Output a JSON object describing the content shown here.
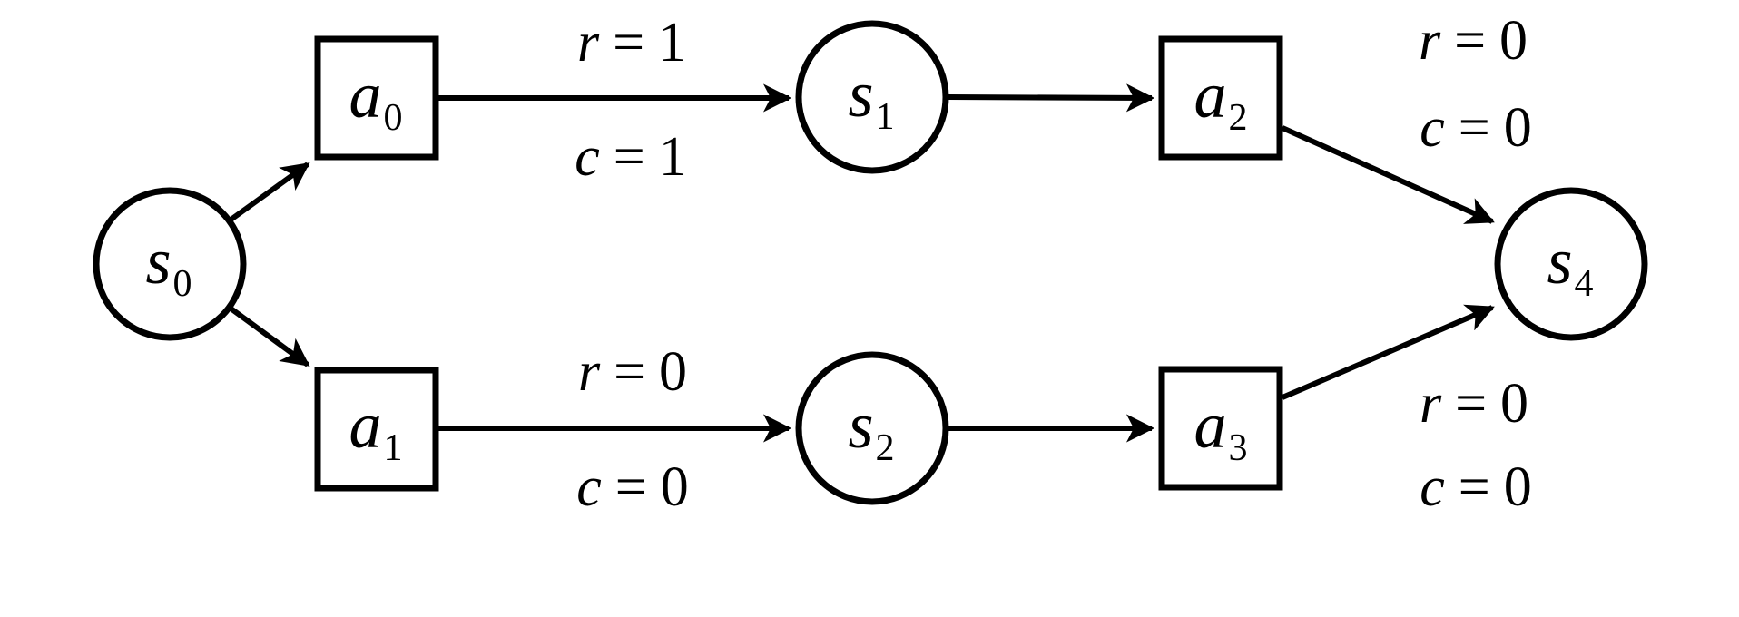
{
  "diagram": {
    "type": "mdp-state-action-graph",
    "colors": {
      "stroke": "#000000",
      "node_fill": "#ffffff",
      "background": "#ffffff",
      "text": "#000000"
    },
    "nodes": {
      "s0": {
        "base": "s",
        "sub": "0",
        "shape": "circle"
      },
      "a0": {
        "base": "a",
        "sub": "0",
        "shape": "square"
      },
      "a1": {
        "base": "a",
        "sub": "1",
        "shape": "square"
      },
      "s1": {
        "base": "s",
        "sub": "1",
        "shape": "circle"
      },
      "s2": {
        "base": "s",
        "sub": "2",
        "shape": "circle"
      },
      "a2": {
        "base": "a",
        "sub": "2",
        "shape": "square"
      },
      "a3": {
        "base": "a",
        "sub": "3",
        "shape": "square"
      },
      "s4": {
        "base": "s",
        "sub": "4",
        "shape": "circle"
      }
    },
    "edges": [
      {
        "from": "s0",
        "to": "a0"
      },
      {
        "from": "s0",
        "to": "a1"
      },
      {
        "from": "a0",
        "to": "s1"
      },
      {
        "from": "s1",
        "to": "a2"
      },
      {
        "from": "a1",
        "to": "s2"
      },
      {
        "from": "s2",
        "to": "a3"
      },
      {
        "from": "a2",
        "to": "s4"
      },
      {
        "from": "a3",
        "to": "s4"
      }
    ],
    "edge_labels": {
      "a0_s1": {
        "reward": {
          "symbol": "r",
          "eq": "=",
          "value": "1"
        },
        "cost": {
          "symbol": "c",
          "eq": "=",
          "value": "1"
        }
      },
      "a1_s2": {
        "reward": {
          "symbol": "r",
          "eq": "=",
          "value": "0"
        },
        "cost": {
          "symbol": "c",
          "eq": "=",
          "value": "0"
        }
      },
      "a2_s4": {
        "reward": {
          "symbol": "r",
          "eq": "=",
          "value": "0"
        },
        "cost": {
          "symbol": "c",
          "eq": "=",
          "value": "0"
        }
      },
      "a3_s4": {
        "reward": {
          "symbol": "r",
          "eq": "=",
          "value": "0"
        },
        "cost": {
          "symbol": "c",
          "eq": "=",
          "value": "0"
        }
      }
    }
  }
}
